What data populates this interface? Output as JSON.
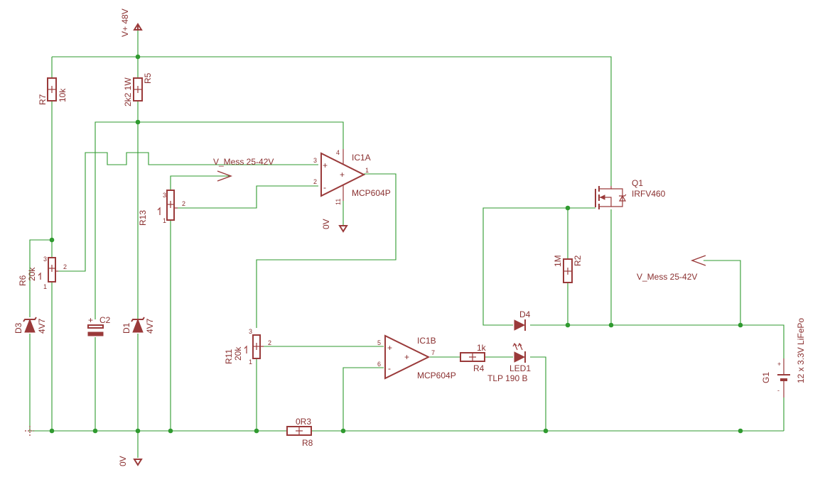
{
  "nets": {
    "vplus": "V+ 48V",
    "gnd": "0V",
    "vmess_in": "V_Mess 25-42V",
    "vmess_out": "V_Mess 25-42V"
  },
  "parts": {
    "r7": {
      "name": "R7",
      "value": "10k"
    },
    "r5": {
      "name": "R5",
      "value": "2k2 1W"
    },
    "r6": {
      "name": "R6",
      "value": "20k"
    },
    "r13": {
      "name": "R13",
      "value": ""
    },
    "r11": {
      "name": "R11",
      "value": "20k"
    },
    "d3": {
      "name": "D3",
      "value": "4V7"
    },
    "d1": {
      "name": "D1",
      "value": "4V7"
    },
    "c2": {
      "name": "C2",
      "value": ""
    },
    "ic1a": {
      "name": "IC1A",
      "value": "MCP604P"
    },
    "ic1b": {
      "name": "IC1B",
      "value": "MCP604P"
    },
    "q1": {
      "name": "Q1",
      "value": "IRFV460"
    },
    "r2": {
      "name": "R2",
      "value": "1M"
    },
    "d4": {
      "name": "D4",
      "value": ""
    },
    "r4": {
      "name": "R4",
      "value": "1k"
    },
    "led1": {
      "name": "LED1",
      "value": "TLP 190 B"
    },
    "r8": {
      "name": "R8",
      "value": "0R3"
    },
    "g1": {
      "name": "G1",
      "value": "12 x 3.3V LiFePo"
    }
  },
  "pins": {
    "ic1a": {
      "in_plus": "3",
      "in_minus": "2",
      "out": "1",
      "vdd": "4",
      "vss": "11"
    },
    "ic1b": {
      "in_plus": "5",
      "in_minus": "6",
      "out": "7"
    },
    "pot": {
      "top": "3",
      "wiper": "2",
      "bottom": "1"
    }
  },
  "polarity": {
    "plus": "+",
    "minus": "-"
  },
  "colors": {
    "wire": "#2f9a2f",
    "part": "#9a3a3a",
    "background": "#ffffff"
  }
}
